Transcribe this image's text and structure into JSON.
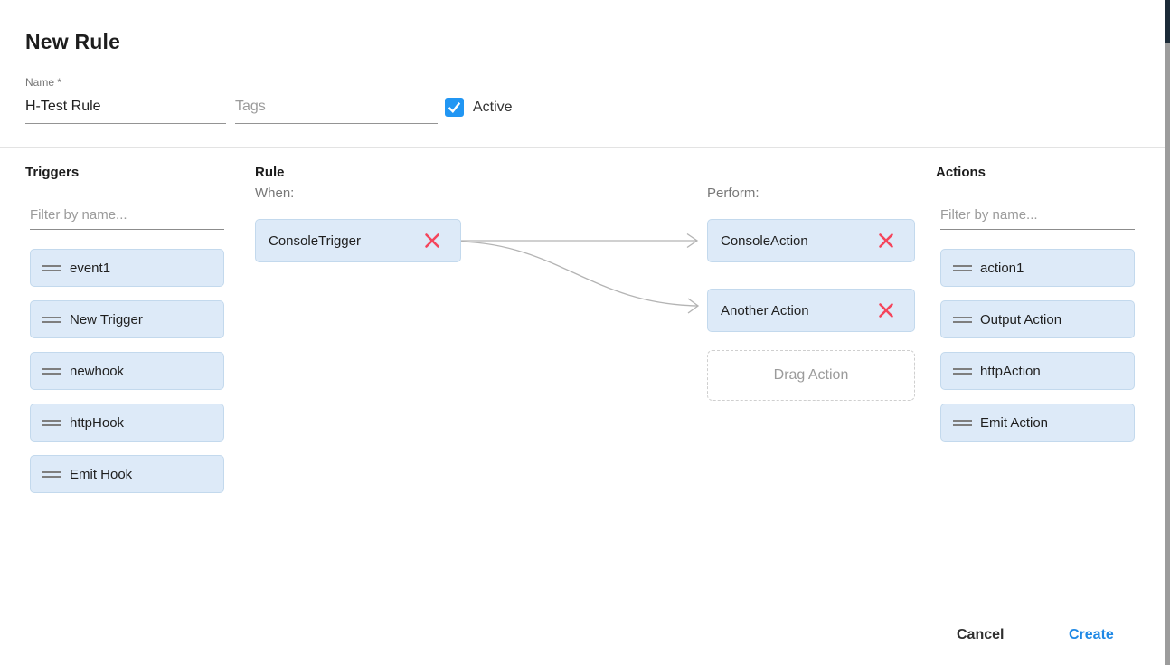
{
  "dialog": {
    "title": "New Rule",
    "name_field": {
      "label": "Name *",
      "value": "H-Test Rule"
    },
    "tags_field": {
      "placeholder": "Tags"
    },
    "active_checkbox": {
      "label": "Active",
      "checked": true
    }
  },
  "triggers_panel": {
    "heading": "Triggers",
    "filter_placeholder": "Filter by name...",
    "items": [
      {
        "label": "event1"
      },
      {
        "label": "New Trigger"
      },
      {
        "label": "newhook"
      },
      {
        "label": "httpHook"
      },
      {
        "label": "Emit Hook"
      }
    ]
  },
  "rule_panel": {
    "heading": "Rule",
    "when_label": "When:",
    "perform_label": "Perform:",
    "when_items": [
      {
        "label": "ConsoleTrigger"
      }
    ],
    "perform_items": [
      {
        "label": "ConsoleAction"
      },
      {
        "label": "Another Action"
      }
    ],
    "drop_placeholder": "Drag Action"
  },
  "actions_panel": {
    "heading": "Actions",
    "filter_placeholder": "Filter by name...",
    "items": [
      {
        "label": "action1"
      },
      {
        "label": "Output Action"
      },
      {
        "label": "httpAction"
      },
      {
        "label": "Emit Action"
      }
    ]
  },
  "footer": {
    "cancel_label": "Cancel",
    "create_label": "Create"
  },
  "colors": {
    "accent_blue": "#2196f3",
    "create_blue": "#1e88e5",
    "delete_red": "#f5455c",
    "item_bg": "#ddeaf8",
    "item_border": "#c3d9ed",
    "connector_gray": "#b4b4b4"
  }
}
